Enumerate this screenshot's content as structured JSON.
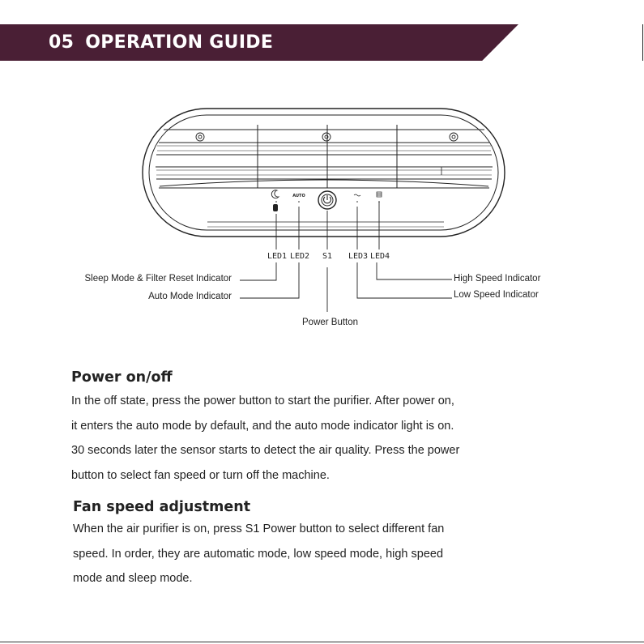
{
  "header": {
    "number": "05",
    "title": "OPERATION GUIDE",
    "color": "#4a1f35"
  },
  "diagram": {
    "leds": [
      {
        "code": "LED1"
      },
      {
        "code": "LED2"
      },
      {
        "code": "S1"
      },
      {
        "code": "LED3"
      },
      {
        "code": "LED4"
      }
    ],
    "panel_marks": {
      "auto": "AUTO"
    },
    "labels": {
      "sleep": "Sleep Mode & Filter Reset Indicator",
      "auto": "Auto Mode Indicator",
      "power": "Power Button",
      "high": "High Speed Indicator",
      "low": "Low Speed Indicator"
    }
  },
  "sections": [
    {
      "title": "Power on/off",
      "lines": [
        "In the off state, press the power button to start the purifier. After power on,",
        "it enters the auto mode by default, and the auto mode indicator light is on.",
        "30 seconds later the sensor starts to detect the air quality. Press the power",
        "button to select fan speed or turn off the machine."
      ]
    },
    {
      "title": "Fan speed adjustment",
      "lines": [
        "When the air purifier is on, press S1 Power button to select different fan",
        "speed. In order, they are automatic mode, low speed mode, high speed",
        "mode and sleep mode."
      ]
    }
  ]
}
